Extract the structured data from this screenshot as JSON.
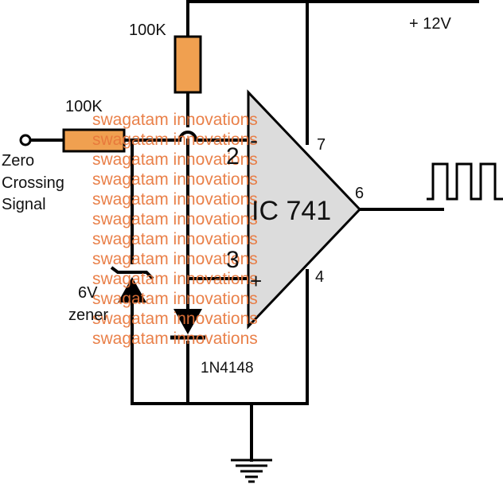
{
  "labels": {
    "supply": "+ 12V",
    "r_top": "100K",
    "r_in": "100K",
    "input_line1": "Zero",
    "input_line2": "Crossing",
    "input_line3": "Signal",
    "ic": "IC 741",
    "pin2": "2",
    "pin3": "3",
    "pin4": "4",
    "pin6": "6",
    "pin7": "7",
    "minus": "-",
    "plus": "+",
    "zener_line1": "6V",
    "zener_line2": "zener",
    "diode": "1N4148"
  },
  "watermark": {
    "text": "swagatam innovations",
    "color": "#e8763a"
  },
  "colors": {
    "resistor": "#f0a050",
    "ic_fill": "#dcdcdc",
    "wire": "#000000"
  }
}
